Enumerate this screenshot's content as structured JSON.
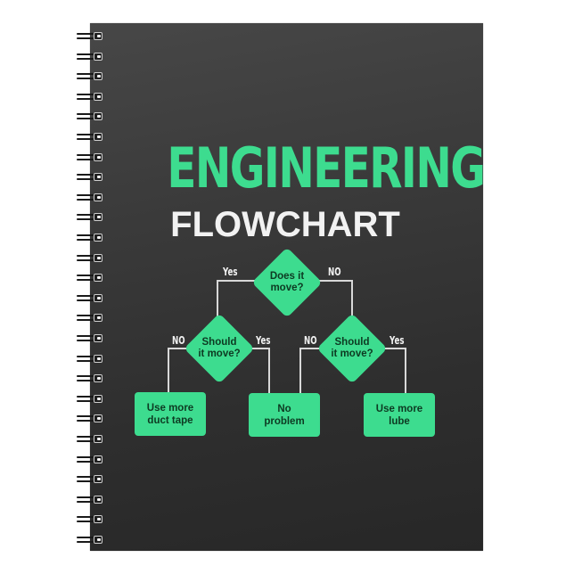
{
  "product": {
    "type": "spiral notebook",
    "cover_color": "#3a3a3a",
    "spiral_ring_count": 26
  },
  "title": {
    "main": "ENGINEERING",
    "sub": "FLOWCHART",
    "main_color": "#3ddc8f",
    "sub_color": "#f2f2f2"
  },
  "flowchart": {
    "accent_color": "#3ddc8f",
    "text_color": "#0d3a22",
    "root": {
      "line1": "Does it",
      "line2": "move?",
      "yes_label": "Yes",
      "no_label": "NO"
    },
    "left_decision": {
      "line1": "Should",
      "line2": "it move?",
      "no_label": "NO",
      "yes_label": "Yes"
    },
    "right_decision": {
      "line1": "Should",
      "line2": "it move?",
      "no_label": "NO",
      "yes_label": "Yes"
    },
    "outcomes": [
      {
        "line1": "Use more",
        "line2": "duct tape"
      },
      {
        "line1": "No",
        "line2": "problem"
      },
      {
        "line1": "Use more",
        "line2": "lube"
      }
    ]
  }
}
